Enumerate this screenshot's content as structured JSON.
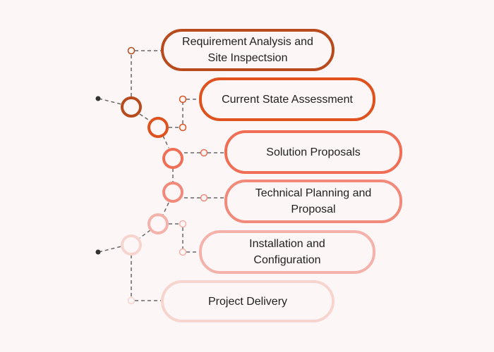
{
  "colors": {
    "background": "#fcf7f6",
    "connector": "#666666",
    "endpoint": "#333333",
    "stage_1": "#b84a1e",
    "stage_2": "#e0521d",
    "stage_3": "#ef6e55",
    "stage_4": "#f18a7a",
    "stage_5": "#f5b2aa",
    "stage_6": "#f8d4cf"
  },
  "steps": [
    {
      "label": "Requirement Analysis and Site Inspectsion"
    },
    {
      "label": "Current State Assessment"
    },
    {
      "label": "Solution Proposals"
    },
    {
      "label": "Technical Planning and Proposal"
    },
    {
      "label": "Installation and Configuration"
    },
    {
      "label": "Project Delivery"
    }
  ]
}
